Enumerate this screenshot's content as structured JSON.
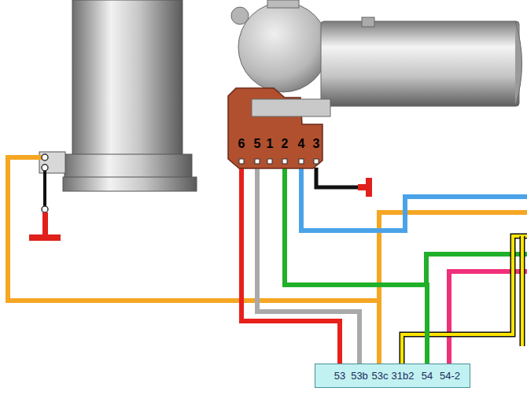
{
  "diagram": {
    "nodes": [
      {
        "text": [
          "6",
          "5",
          "1",
          "2",
          "4",
          "3"
        ]
      },
      {
        "text": [
          "53",
          "53b",
          "53c",
          "31b2",
          "54",
          "54-2"
        ]
      }
    ],
    "edges": [
      {
        "from": 0,
        "to": 1,
        "arrow": "none"
      },
      {
        "from": 0,
        "to": 1,
        "arrow": "none"
      },
      {
        "from": 0,
        "to": 1,
        "arrow": "none"
      }
    ]
  }
}
